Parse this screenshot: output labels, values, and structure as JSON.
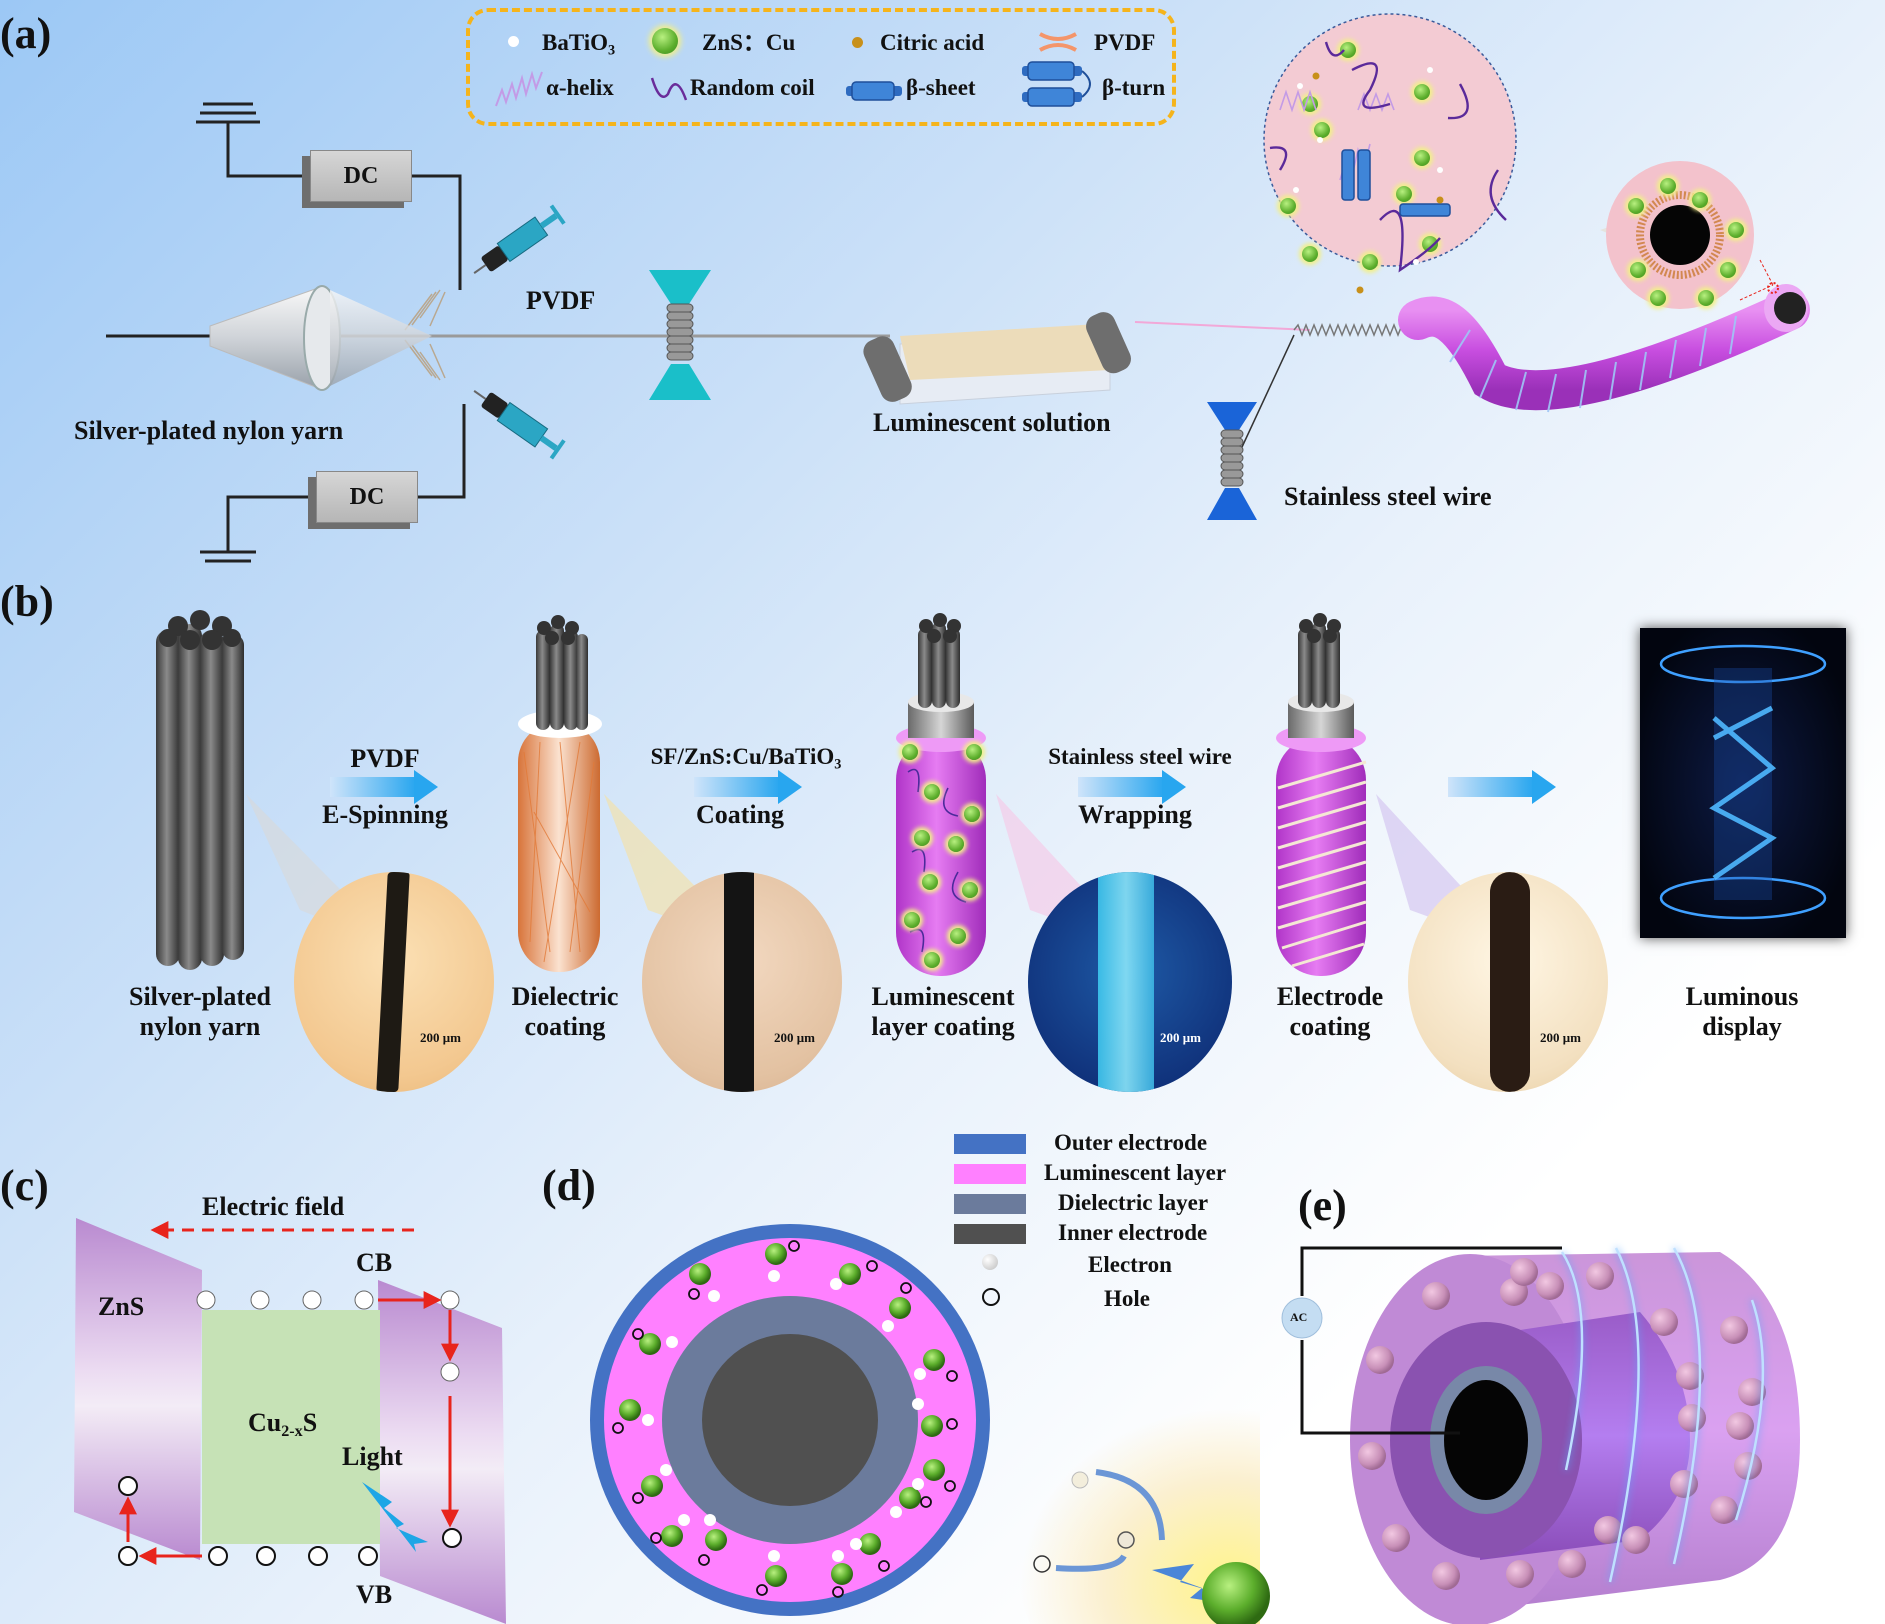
{
  "figure": {
    "panels": {
      "a": {
        "label": "(a)",
        "legend": {
          "items": [
            {
              "icon": "batio3-dot",
              "name": "BaTiO",
              "sub": "3"
            },
            {
              "icon": "zns-cu-sphere",
              "name": "ZnS：Cu"
            },
            {
              "icon": "citric-acid-dot",
              "name": "Citric acid"
            },
            {
              "icon": "pvdf-fiber",
              "name": "PVDF"
            },
            {
              "icon": "alpha-helix",
              "name": "α-helix"
            },
            {
              "icon": "random-coil",
              "name": "Random coil"
            },
            {
              "icon": "beta-sheet",
              "name": "β-sheet"
            },
            {
              "icon": "beta-turn",
              "name": "β-turn"
            }
          ]
        },
        "dc_top": "DC",
        "dc_bottom": "DC",
        "pvdf_label": "PVDF",
        "yarn_label": "Silver-plated nylon yarn",
        "bath_label": "Luminescent solution",
        "wire_label": "Stainless steel wire"
      },
      "b": {
        "label": "(b)",
        "stages": [
          {
            "line1": "Silver-plated",
            "line2": "nylon yarn",
            "scale": "200 μm"
          },
          {
            "line1": "Dielectric",
            "line2": "coating",
            "scale": "200 μm"
          },
          {
            "line1": "Luminescent",
            "line2": "layer coating",
            "scale": "200 μm"
          },
          {
            "line1": "Electrode",
            "line2": "coating",
            "scale": "200 μm"
          },
          {
            "line1": "Luminous",
            "line2": "display"
          }
        ],
        "arrows": [
          {
            "top": "PVDF",
            "bottom": "E-Spinning"
          },
          {
            "top": "SF/ZnS:Cu/BaTiO",
            "top_sub": "3",
            "bottom": "Coating"
          },
          {
            "top": "Stainless steel wire",
            "bottom": "Wrapping"
          },
          {
            "top": "",
            "bottom": ""
          }
        ]
      },
      "c": {
        "label": "(c)",
        "electric_field": "Electric field",
        "zns": "ZnS",
        "cu2xs": "Cu",
        "cu2xs_sub": "2-x",
        "cu2xs_tail": "S",
        "light": "Light",
        "cb": "CB",
        "vb": "VB"
      },
      "d": {
        "label": "(d)",
        "legend": [
          {
            "name": "Outer electrode",
            "color": "#4472c4"
          },
          {
            "name": "Luminescent layer",
            "color": "#ff80ff"
          },
          {
            "name": "Dielectric layer",
            "color": "#6b7b9c"
          },
          {
            "name": "Inner electrode",
            "color": "#505050"
          },
          {
            "name": "Electron",
            "symbol": "electron"
          },
          {
            "name": "Hole",
            "symbol": "hole"
          }
        ]
      },
      "e": {
        "label": "(e)",
        "source": "AC"
      }
    },
    "colors": {
      "legend_border": "#f5b41c",
      "zns_green": "#6fc23a",
      "magenta_fiber": "#d25ee6",
      "cyan_collector": "#19b8c6",
      "blue_collector": "#1a64d8",
      "red_arrow": "#e8241c",
      "light_bolt": "#1ea6e6",
      "band_purple": "#b98ad0",
      "band_green": "#c6e2b6"
    }
  }
}
